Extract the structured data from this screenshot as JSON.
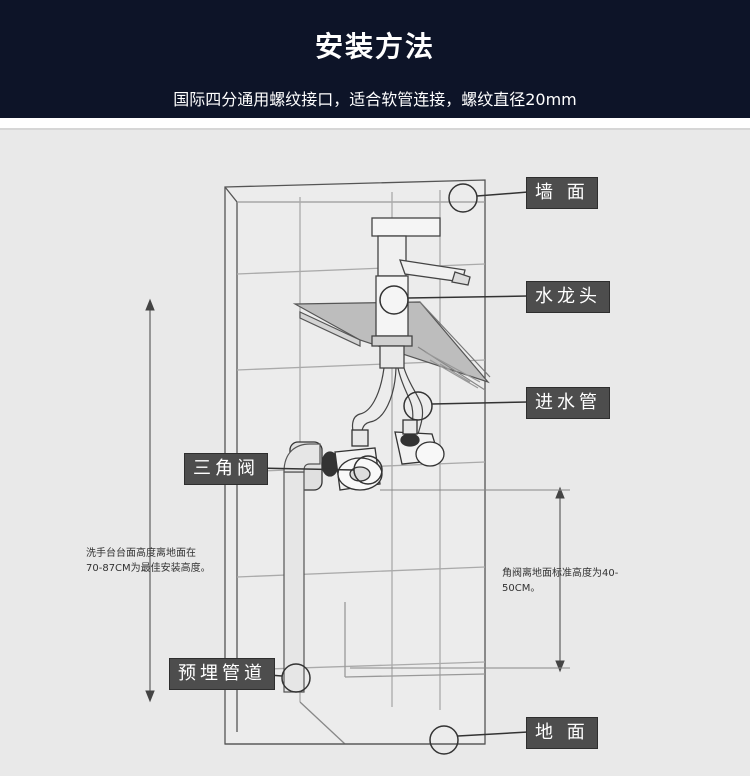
{
  "header": {
    "title": "安装方法",
    "subtitle": "国际四分通用螺纹接口，适合软管连接，螺纹直径20mm"
  },
  "labels": {
    "wall": "墙 面",
    "faucet": "水龙头",
    "inlet_pipe": "进水管",
    "angle_valve": "三角阀",
    "embedded_pipe": "预埋管道",
    "floor": "地 面"
  },
  "notes": {
    "basin_height": "洗手台台面高度离地面在70-87CM为最佳安装高度。",
    "valve_height": "角阀离地面标准高度为40-50CM。"
  },
  "colors": {
    "header_bg": "#0d1428",
    "label_bg": "#4d4d4d",
    "diagram_bg": "#e9e9e9"
  }
}
